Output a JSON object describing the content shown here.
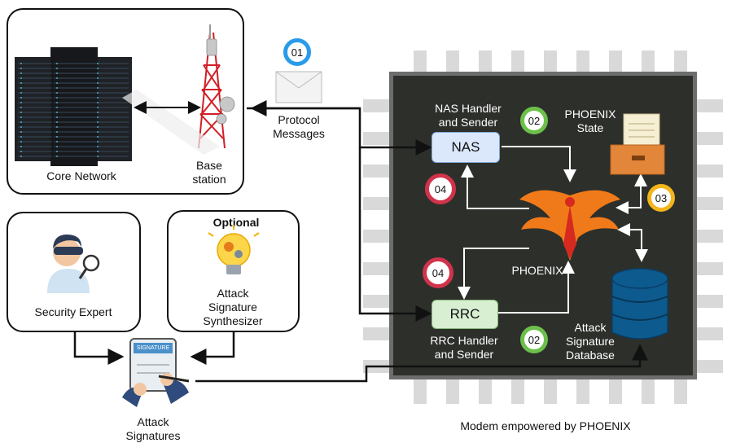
{
  "network_box": {
    "core_network_label": "Core Network",
    "base_station_label_line1": "Base",
    "base_station_label_line2": "station"
  },
  "protocol": {
    "badge": "01",
    "label_line1": "Protocol",
    "label_line2": "Messages"
  },
  "security_expert_box": {
    "label": "Security Expert"
  },
  "synth_box": {
    "optional_label": "Optional",
    "label_line1": "Attack",
    "label_line2": "Signature",
    "label_line3": "Synthesizer"
  },
  "attack_signatures": {
    "label_line1": "Attack",
    "label_line2": "Signatures",
    "tablet_text": "SIGNATURE"
  },
  "modem": {
    "caption": "Modem empowered by PHOENIX",
    "nas_caption_line1": "NAS Handler",
    "nas_caption_line2": "and Sender",
    "nas_box": "NAS",
    "rrc_box": "RRC",
    "rrc_caption_line1": "RRC Handler",
    "rrc_caption_line2": "and Sender",
    "phoenix_label": "PHOENIX",
    "state_line1": "PHOENIX",
    "state_line2": "State",
    "db_line1": "Attack",
    "db_line2": "Signature",
    "db_line3": "Database",
    "badge_nas": "02",
    "badge_rrc": "02",
    "badge_state": "03",
    "badge_04_top": "04",
    "badge_04_bottom": "04"
  },
  "colors": {
    "chip_body": "#2d2f2b",
    "chip_border": "#7a7a7a",
    "pins": "#d9d9d9",
    "nas_fill": "#dbe8fb",
    "rrc_fill": "#d8efd2",
    "badge_blue": "#2a9bea",
    "badge_green": "#6cc04a",
    "badge_yellow": "#f3b51a",
    "badge_red": "#d1334a",
    "phoenix": "#f07a1a"
  }
}
